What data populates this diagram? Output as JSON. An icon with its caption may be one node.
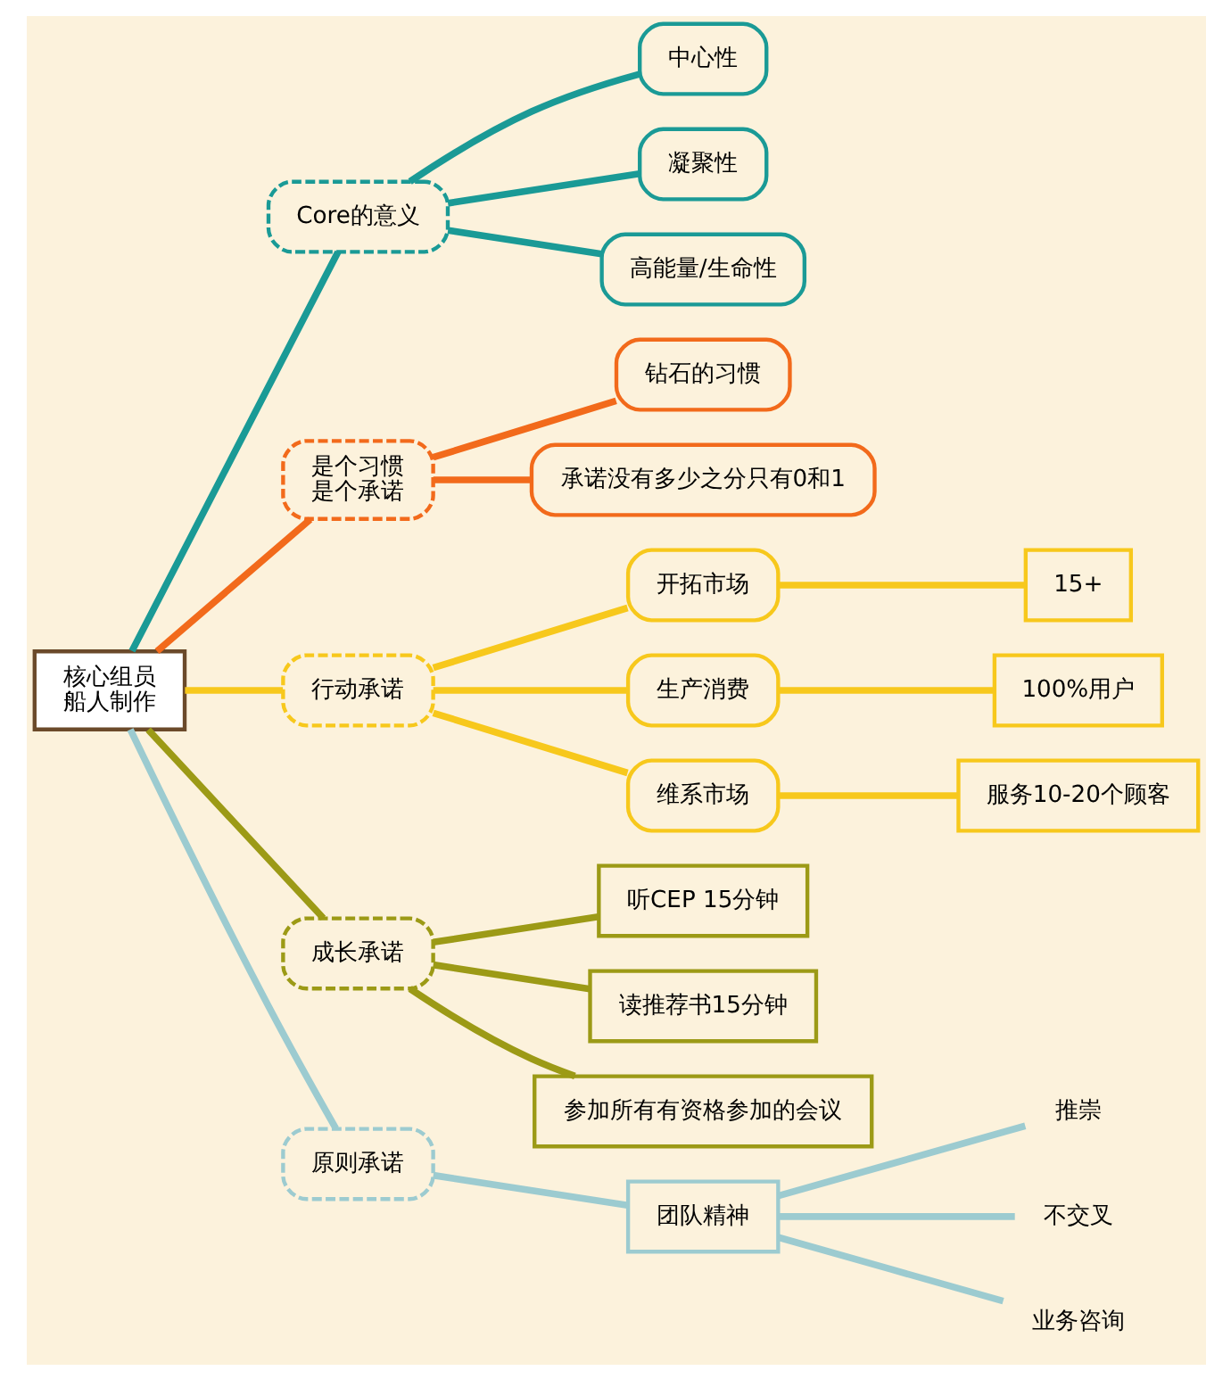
{
  "diagram": {
    "nodes": [
      {
        "text": [
          "核心组员",
          "船人制作"
        ]
      },
      {
        "text": [
          "Core的意义"
        ]
      },
      {
        "text": [
          "中心性"
        ]
      },
      {
        "text": [
          "凝聚性"
        ]
      },
      {
        "text": [
          "高能量/生命性"
        ]
      },
      {
        "text": [
          "是个习惯",
          "是个承诺"
        ]
      },
      {
        "text": [
          "钻石的习惯"
        ]
      },
      {
        "text": [
          "承诺没有多少之分只有0和1"
        ]
      },
      {
        "text": [
          "行动承诺"
        ]
      },
      {
        "text": [
          "开拓市场"
        ]
      },
      {
        "text": [
          "生产消费"
        ]
      },
      {
        "text": [
          "维系市场"
        ]
      },
      {
        "text": [
          "15+"
        ]
      },
      {
        "text": [
          "100%用户"
        ]
      },
      {
        "text": [
          "服务10-20个顾客"
        ]
      },
      {
        "text": [
          "成长承诺"
        ]
      },
      {
        "text": [
          "听CEP 15分钟"
        ]
      },
      {
        "text": [
          "读推荐书15分钟"
        ]
      },
      {
        "text": [
          "参加所有有资格参加的会议"
        ]
      },
      {
        "text": [
          "原则承诺"
        ]
      },
      {
        "text": [
          "团队精神"
        ]
      },
      {
        "text": [
          "推崇"
        ]
      },
      {
        "text": [
          "不交叉"
        ]
      },
      {
        "text": [
          "业务咨询"
        ]
      }
    ],
    "edges": [
      {
        "from": 0,
        "to": 1,
        "arrow": "none",
        "color": "#1a9a96"
      },
      {
        "from": 1,
        "to": 2,
        "arrow": "none",
        "color": "#1a9a96"
      },
      {
        "from": 1,
        "to": 3,
        "arrow": "none",
        "color": "#1a9a96"
      },
      {
        "from": 1,
        "to": 4,
        "arrow": "none",
        "color": "#1a9a96"
      },
      {
        "from": 0,
        "to": 5,
        "arrow": "none",
        "color": "#f26a1b"
      },
      {
        "from": 5,
        "to": 6,
        "arrow": "none",
        "color": "#f26a1b"
      },
      {
        "from": 5,
        "to": 7,
        "arrow": "none",
        "color": "#f26a1b"
      },
      {
        "from": 0,
        "to": 8,
        "arrow": "none",
        "color": "#f7c81c"
      },
      {
        "from": 8,
        "to": 9,
        "arrow": "none",
        "color": "#f7c81c"
      },
      {
        "from": 8,
        "to": 10,
        "arrow": "none",
        "color": "#f7c81c"
      },
      {
        "from": 8,
        "to": 11,
        "arrow": "none",
        "color": "#f7c81c"
      },
      {
        "from": 9,
        "to": 12,
        "arrow": "none",
        "color": "#f7c81c"
      },
      {
        "from": 10,
        "to": 13,
        "arrow": "none",
        "color": "#f7c81c"
      },
      {
        "from": 11,
        "to": 14,
        "arrow": "none",
        "color": "#f7c81c"
      },
      {
        "from": 0,
        "to": 15,
        "arrow": "none",
        "color": "#9c9a16"
      },
      {
        "from": 15,
        "to": 16,
        "arrow": "none",
        "color": "#9c9a16"
      },
      {
        "from": 15,
        "to": 17,
        "arrow": "none",
        "color": "#9c9a16"
      },
      {
        "from": 15,
        "to": 18,
        "arrow": "none",
        "color": "#9c9a16"
      },
      {
        "from": 0,
        "to": 19,
        "arrow": "none",
        "color": "#9ccbd0"
      },
      {
        "from": 19,
        "to": 20,
        "arrow": "none",
        "color": "#9ccbd0"
      },
      {
        "from": 20,
        "to": 21,
        "arrow": "none",
        "color": "#9ccbd0"
      },
      {
        "from": 20,
        "to": 22,
        "arrow": "none",
        "color": "#9ccbd0"
      },
      {
        "from": 20,
        "to": 23,
        "arrow": "none",
        "color": "#9ccbd0"
      }
    ]
  }
}
